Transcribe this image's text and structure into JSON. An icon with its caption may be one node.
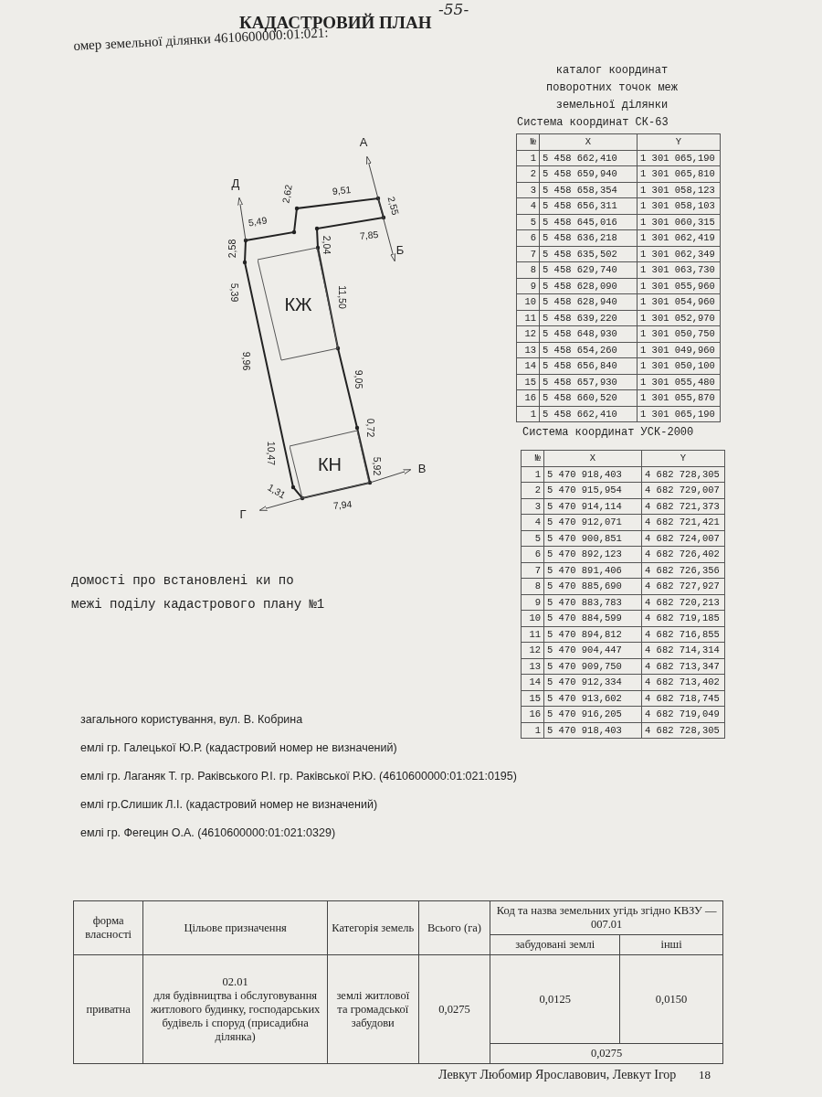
{
  "diagram": {
    "title": "КАДАСТРОВИЙ ПЛАН",
    "nodes": [
      {
        "text": [
          "КЖ"
        ]
      },
      {
        "text": [
          "КН"
        ]
      }
    ],
    "labels": [
      "-55-",
      "омер земельної ділянки 4610600000:01:021:",
      "А",
      "Д",
      "9,51",
      "2,62",
      "2,55",
      "5,49",
      "7,85",
      "2,58",
      "2,04",
      "Б",
      "5,39",
      "11,50",
      "9,96",
      "9,05",
      "0,72",
      "10,47",
      "5,92",
      "В",
      "1,31",
      "7,94",
      "Г",
      "каталог координат поворотних точок меж земельної ділянки",
      "Система координат СК-63",
      "№",
      "X",
      "Y",
      "1",
      "5 458 662,410",
      "1 301 065,190",
      "2",
      "5 458 659,940",
      "1 301 065,810",
      "3",
      "5 458 658,354",
      "1 301 058,123",
      "4",
      "5 458 656,311",
      "1 301 058,103",
      "5",
      "5 458 645,016",
      "1 301 060,315",
      "6",
      "5 458 636,218",
      "1 301 062,419",
      "7",
      "5 458 635,502",
      "1 301 062,349",
      "8",
      "5 458 629,740",
      "1 301 063,730",
      "9",
      "5 458 628,090",
      "1 301 055,960",
      "10",
      "5 458 628,940",
      "1 301 054,960",
      "11",
      "5 458 639,220",
      "1 301 052,970",
      "12",
      "5 458 648,930",
      "1 301 050,750",
      "13",
      "5 458 654,260",
      "1 301 049,960",
      "14",
      "5 458 656,840",
      "1 301 050,100",
      "15",
      "5 458 657,930",
      "1 301 055,480",
      "16",
      "5 458 660,520",
      "1 301 055,870",
      "1",
      "5 458 662,410",
      "1 301 065,190",
      "Система координат УСК-2000",
      "№",
      "X",
      "Y",
      "1",
      "5 470 918,403",
      "4 682 728,305",
      "2",
      "5 470 915,954",
      "4 682 729,007",
      "3",
      "5 470 914,114",
      "4 682 721,373",
      "4",
      "5 470 912,071",
      "4 682 721,421",
      "5",
      "5 470 900,851",
      "4 682 724,007",
      "6",
      "5 470 892,123",
      "4 682 726,402",
      "7",
      "5 470 891,406",
      "4 682 726,356",
      "8",
      "5 470 885,690",
      "4 682 727,927",
      "9",
      "5 470 883,783",
      "4 682 720,213",
      "10",
      "5 470 884,599",
      "4 682 719,185",
      "11",
      "5 470 894,812",
      "4 682 716,855",
      "12",
      "5 470 904,447",
      "4 682 714,314",
      "13",
      "5 470 909,750",
      "4 682 713,347",
      "14",
      "5 470 912,334",
      "4 682 713,402",
      "15",
      "5 470 913,602",
      "4 682 718,745",
      "16",
      "5 470 916,205",
      "4 682 719,049",
      "1",
      "5 470 918,403",
      "4 682 728,305",
      "домості про встановлені ки по межі поділу кадастрового плану №1",
      "загального користування, вул. В. Кобрина",
      "емлі гр. Галецької Ю.Р. (кадастровий номер не визначений)",
      "емлі гр. Лаганяк Т. гр. Раківського Р.І. гр. Раківської Р.Ю. (4610600000:01:021:0195)",
      "емлі гр.Слишик Л.І. (кадастровий номер не визначений)",
      "емлі гр. Фегецин О.А. (4610600000:01:021:0329)",
      "форма власності",
      "Цільове призначення",
      "Категорія земель",
      "Всього (га)",
      "Код та назва земельних угідь згідно КВЗУ — 007.01",
      "забудовані землі",
      "інші",
      "приватна",
      "02.01",
      "для будівництва і обслуговування житлового будинку, господарських будівель і споруд (присадибна ділянка)",
      "землі житлової та громадської забудови",
      "0,0275",
      "0,0125",
      "0,0150",
      "0,0275",
      "Левкут Любомир Ярославович, Левкут Ігор",
      "18"
    ]
  }
}
